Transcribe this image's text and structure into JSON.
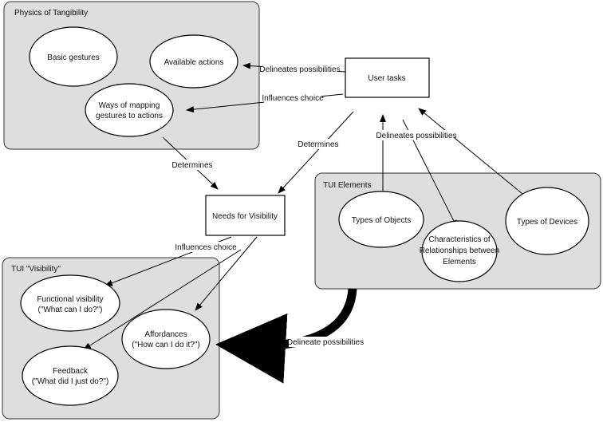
{
  "groups": {
    "physics": "Physics of Tangibility",
    "tui_elements": "TUI Elements",
    "tui_visibility": "TUI \"Visibility\""
  },
  "nodes": {
    "basic_gestures": [
      "Basic gestures"
    ],
    "available_actions": [
      "Available actions"
    ],
    "ways_mapping": [
      "Ways of mapping",
      "gestures to actions"
    ],
    "user_tasks": [
      "User tasks"
    ],
    "needs_visibility": [
      "Needs for Visibility"
    ],
    "types_objects": [
      "Types of Objects"
    ],
    "characteristics": [
      "Characteristics of",
      "Relationships between",
      "Elements"
    ],
    "types_devices": [
      "Types of Devices"
    ],
    "functional_visibility": [
      "Functional visibility",
      "(\"What can I do?\")"
    ],
    "feedback": [
      "Feedback",
      "(\"What did I just do?\")"
    ],
    "affordances": [
      "Affordances",
      "(\"How can I do it?\")"
    ]
  },
  "edge_labels": {
    "delineates_1": "Delineates possibilities",
    "influences_1": "Influences choice",
    "determines_1": "Determines",
    "determines_2": "Determines",
    "delineates_2": "Delineates possibilities",
    "influences_2": "Influences choice",
    "delineate_big": "Delineate possibilities"
  },
  "colors": {
    "group_fill": "#dedede",
    "node_fill": "#ffffff",
    "line": "#000000"
  }
}
